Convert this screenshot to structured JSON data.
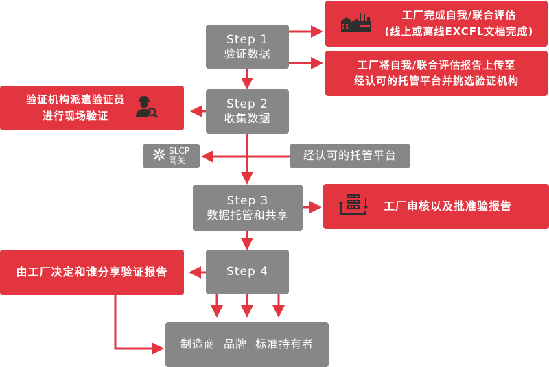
{
  "diagram": {
    "steps": [
      {
        "label": "Step 1",
        "title": "验证数据"
      },
      {
        "label": "Step 2",
        "title": "收集数据"
      },
      {
        "label": "Step 3",
        "title": "数据托管和共享"
      },
      {
        "label": "Step 4",
        "title": ""
      }
    ],
    "step1_outputs": [
      {
        "icon": "factory-icon",
        "lines": [
          "工厂完成自我/联合评估",
          "(线上或离线EXCFL文档完成)"
        ]
      },
      {
        "lines": [
          "工厂将自我/联合评估报告上传至",
          "经认可的托管平台并挑选验证机构"
        ]
      }
    ],
    "step2_output": {
      "icon": "inspector-icon",
      "lines": [
        "验证机构派遣验证员",
        "进行现场验证"
      ]
    },
    "gateway": {
      "icon": "slcp-logo-icon",
      "line1": "SLCP",
      "line2": "网关"
    },
    "host_platform": "经认可的托管平台",
    "step3_output": {
      "icon": "server-transfer-icon",
      "text": "工厂审核以及批准验报告"
    },
    "step4_output": "由工厂决定和谁分享验证报告",
    "recipients": "制造商  品牌  标准持有者",
    "colors": {
      "red": "#e3353f",
      "gray": "#878787",
      "arrow": "#e3353f"
    }
  }
}
